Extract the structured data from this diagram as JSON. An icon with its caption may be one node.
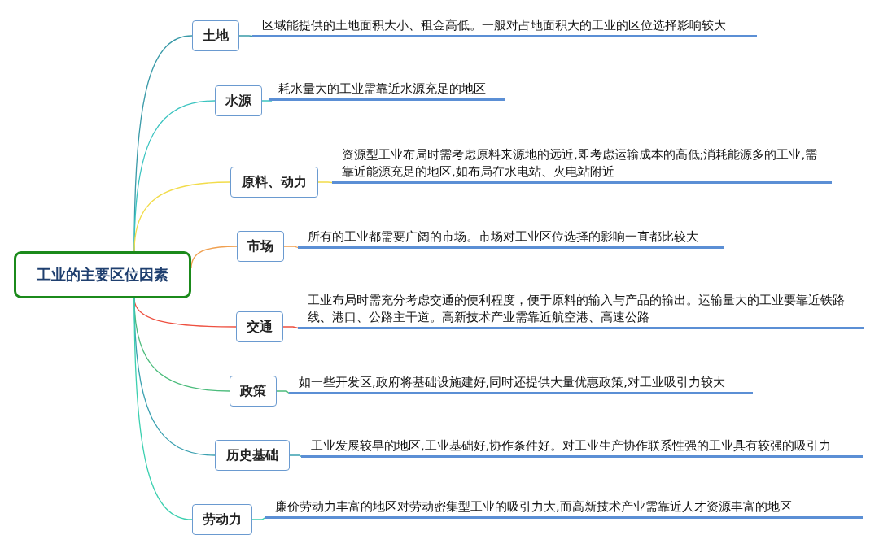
{
  "diagram": {
    "nodes": [
      {
        "text": [
          "工业的主要区位因素"
        ]
      },
      {
        "text": [
          "土地"
        ]
      },
      {
        "text": [
          "水源"
        ]
      },
      {
        "text": [
          "原料、动力"
        ]
      },
      {
        "text": [
          "市场"
        ]
      },
      {
        "text": [
          "交通"
        ]
      },
      {
        "text": [
          "政策"
        ]
      },
      {
        "text": [
          "历史基础"
        ]
      },
      {
        "text": [
          "劳动力"
        ]
      },
      {
        "text": [
          "区域能提供的土地面积大小、租金高低。一般对占地面积大的工业的区位选择影响较大"
        ]
      },
      {
        "text": [
          "耗水量大的工业需靠近水源充足的地区"
        ]
      },
      {
        "text": [
          "资源型工业布局时需考虑原料来源地的远近,即考虑运输成本的高低;消耗能源多的工业,需靠近能源充足的地区,如布局在水电站、火电站附近"
        ]
      },
      {
        "text": [
          "所有的工业都需要广阔的市场。市场对工业区位选择的影响一直都比较大"
        ]
      },
      {
        "text": [
          "工业布局时需充分考虑交通的便利程度，便于原料的输入与产品的输出。运输量大的工业要靠近铁路线、港口、公路主干道。高新技术产业需靠近航空港、高速公路"
        ]
      },
      {
        "text": [
          "如一些开发区,政府将基础设施建好,同时还提供大量优惠政策,对工业吸引力较大"
        ]
      },
      {
        "text": [
          "工业发展较早的地区,工业基础好,协作条件好。对工业生产协作联系性强的工业具有较强的吸引力"
        ]
      },
      {
        "text": [
          "廉价劳动力丰富的地区对劳动密集型工业的吸引力大,而高新技术产业需靠近人才资源丰富的地区"
        ]
      }
    ],
    "edges": [
      {
        "from": 0,
        "to": 1,
        "arrow": "none",
        "color": "#3a9aa8"
      },
      {
        "from": 0,
        "to": 2,
        "arrow": "none",
        "color": "#3cc4c0"
      },
      {
        "from": 0,
        "to": 3,
        "arrow": "none",
        "color": "#f2dc4a"
      },
      {
        "from": 0,
        "to": 4,
        "arrow": "none",
        "color": "#f0a050"
      },
      {
        "from": 0,
        "to": 5,
        "arrow": "none",
        "color": "#ee5040"
      },
      {
        "from": 0,
        "to": 6,
        "arrow": "none",
        "color": "#4cbc7c"
      },
      {
        "from": 0,
        "to": 7,
        "arrow": "none",
        "color": "#3aa0b0"
      },
      {
        "from": 0,
        "to": 8,
        "arrow": "none",
        "color": "#3cd0b0"
      },
      {
        "from": 1,
        "to": 9,
        "arrow": "other",
        "color": "#3a9aa8"
      },
      {
        "from": 2,
        "to": 10,
        "arrow": "other",
        "color": "#3cc4c0"
      },
      {
        "from": 3,
        "to": 11,
        "arrow": "other",
        "color": "#f2dc4a"
      },
      {
        "from": 4,
        "to": 12,
        "arrow": "other",
        "color": "#f0a050"
      },
      {
        "from": 5,
        "to": 13,
        "arrow": "other",
        "color": "#ee5040"
      },
      {
        "from": 6,
        "to": 14,
        "arrow": "other",
        "color": "#4cbc7c"
      },
      {
        "from": 7,
        "to": 15,
        "arrow": "other",
        "color": "#3aa0b0"
      },
      {
        "from": 8,
        "to": 16,
        "arrow": "other",
        "color": "#3cd0b0"
      }
    ]
  }
}
